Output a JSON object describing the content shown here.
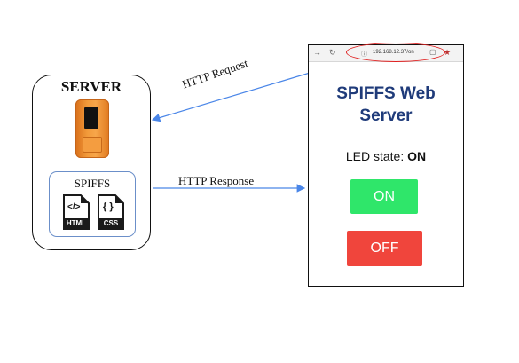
{
  "server": {
    "title": "SERVER",
    "storage_label": "SPIFFS",
    "files": [
      {
        "icon": "html-file-icon",
        "glyph": "</>",
        "tag": "HTML"
      },
      {
        "icon": "css-file-icon",
        "glyph": "{ }",
        "tag": "CSS"
      }
    ]
  },
  "arrows": {
    "request_label": "HTTP Request",
    "response_label": "HTTP Response",
    "color": "#4a86e8"
  },
  "browser": {
    "url": "192.168.12.37/on",
    "page_title_line1": "SPIFFS Web",
    "page_title_line2": "Server",
    "led_state_label": "LED state:",
    "led_state_value": "ON",
    "on_button": "ON",
    "off_button": "OFF",
    "colors": {
      "title": "#1f3b7a",
      "on": "#2fe66a",
      "off": "#f0453c",
      "url_highlight": "#e02020"
    }
  }
}
